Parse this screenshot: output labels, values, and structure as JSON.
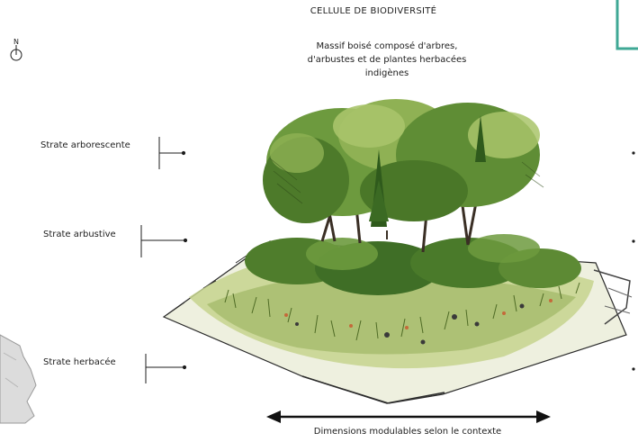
{
  "header": {
    "title": "CELLULE DE BIODIVERSITÉ",
    "subtitle_lines": [
      "Massif boisé composé d'arbres,",
      "d'arbustes et de plantes herbacées",
      "indigènes"
    ]
  },
  "compass": {
    "letter": "N"
  },
  "strata": [
    {
      "label": "Strate arborescente"
    },
    {
      "label": "Strate arbustive"
    },
    {
      "label": "Strate herbacée"
    }
  ],
  "dimension_note": "Dimensions modulables selon le contexte",
  "colors": {
    "accent_frame": "#3fa895",
    "foliage_dark": "#3f6e26",
    "foliage_mid": "#6d9a3e",
    "foliage_light": "#a9c46a",
    "grass": "#b9c97a",
    "ink": "#1d1d1d"
  },
  "icons": [
    "north-compass-icon",
    "dimension-double-arrow-icon"
  ]
}
